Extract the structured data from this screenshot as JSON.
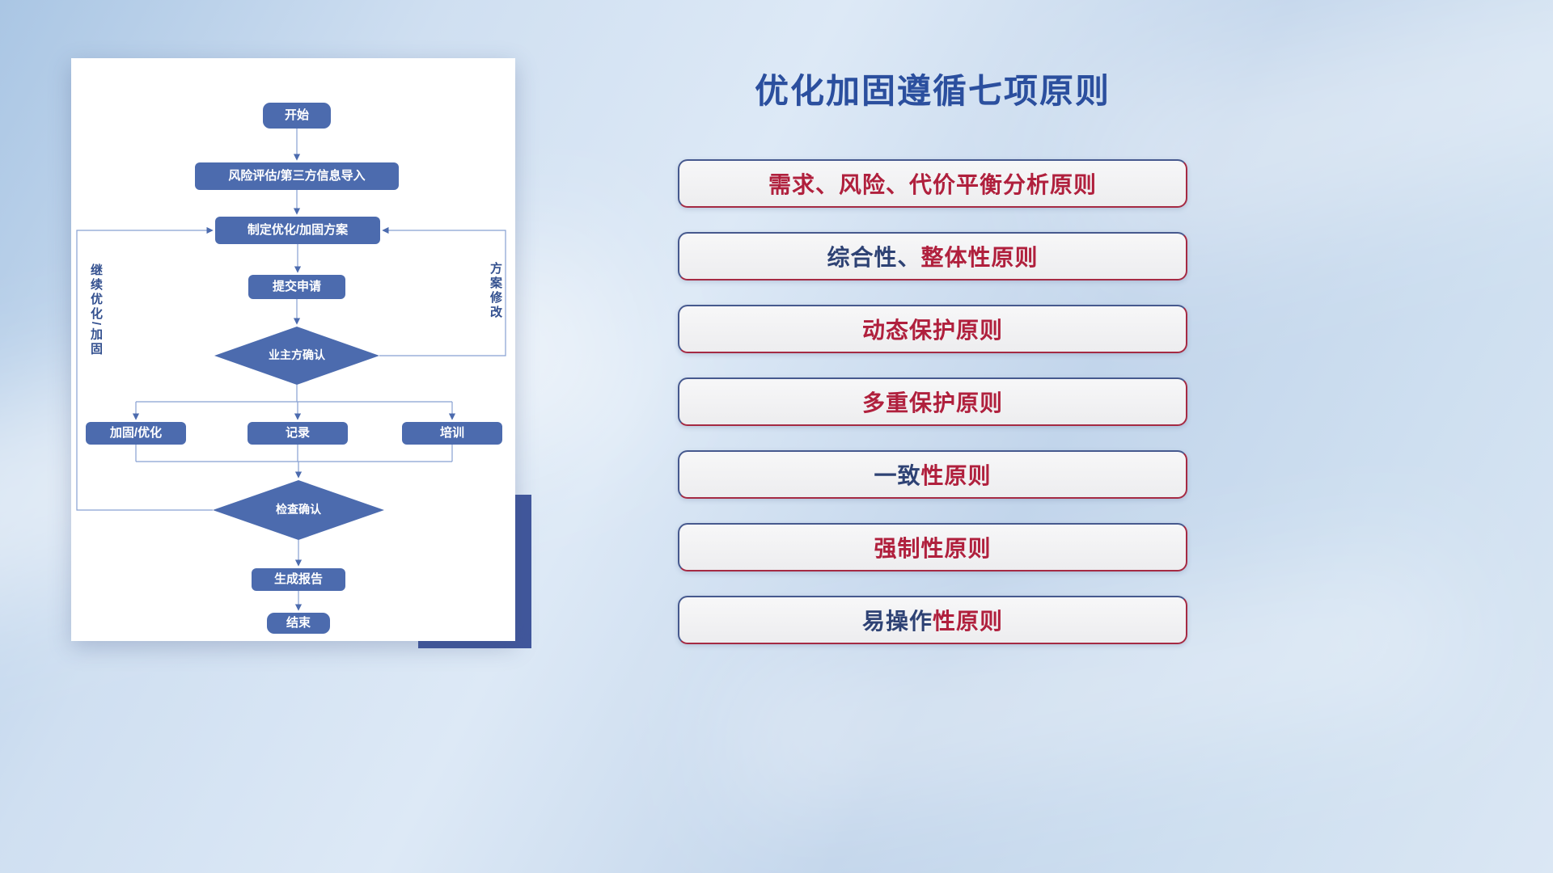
{
  "flowchart": {
    "nodes": {
      "start": "开始",
      "risk_import": "风险评估/第三方信息导入",
      "make_plan": "制定优化/加固方案",
      "submit": "提交申请",
      "owner_confirm": "业主方确认",
      "reinforce": "加固/优化",
      "record": "记录",
      "training": "培训",
      "check_confirm": "检查确认",
      "report": "生成报告",
      "end": "结束"
    },
    "side_labels": {
      "continue_loop": "继续优化/加固",
      "revise_loop": "方案修改"
    }
  },
  "principles": {
    "title": "优化加固遵循七项原则",
    "items": [
      {
        "segments": [
          {
            "text": "需求、风险、代价平衡分析原则",
            "color": "#b0203d"
          }
        ]
      },
      {
        "segments": [
          {
            "text": "综合性、",
            "color": "#2e4274"
          },
          {
            "text": "整体性原则",
            "color": "#b0203d"
          }
        ]
      },
      {
        "segments": [
          {
            "text": "动态保护原则",
            "color": "#b0203d"
          }
        ]
      },
      {
        "segments": [
          {
            "text": "多重保护原则",
            "color": "#b0203d"
          }
        ]
      },
      {
        "segments": [
          {
            "text": "一致",
            "color": "#2e4274"
          },
          {
            "text": "性原则",
            "color": "#b0203d"
          }
        ]
      },
      {
        "segments": [
          {
            "text": "强制性原则",
            "color": "#b0203d"
          }
        ]
      },
      {
        "segments": [
          {
            "text": "易操作",
            "color": "#2e4274"
          },
          {
            "text": "性原则",
            "color": "#b0203d"
          }
        ]
      }
    ]
  },
  "colors": {
    "accent_red": "#b0203d",
    "accent_navy": "#2e4274",
    "node_blue": "#4c6bae",
    "title_blue": "#2b4f9e",
    "accent_rect": "#41579c"
  }
}
